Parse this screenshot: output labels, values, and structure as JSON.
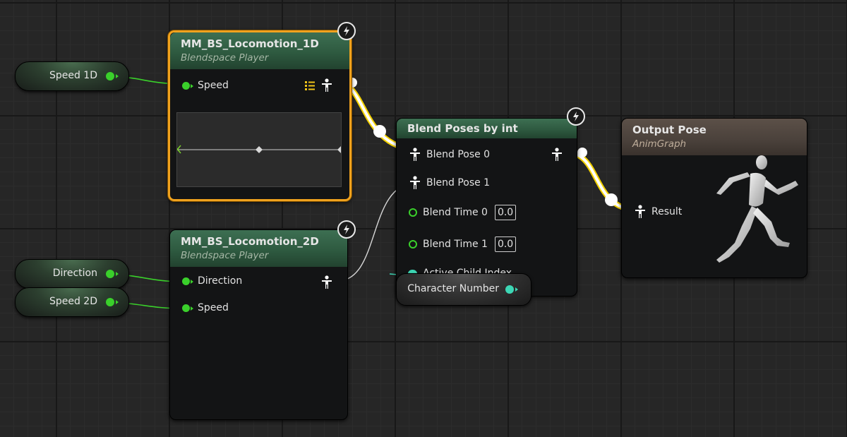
{
  "colors": {
    "bool_pin": "#3ad02b",
    "int_pin": "#3dd7b5",
    "selection": "#f0a21e",
    "pose_wire": "#ffffff",
    "exec_wire": "#f5d300"
  },
  "variables": {
    "speed_1d": "Speed 1D",
    "direction": "Direction",
    "speed_2d": "Speed 2D",
    "character_number": "Character Number"
  },
  "bs1d": {
    "title": "MM_BS_Locomotion_1D",
    "subtitle": "Blendspace Player",
    "speed_pin": "Speed",
    "icon": "list-icon"
  },
  "bs2d": {
    "title": "MM_BS_Locomotion_2D",
    "subtitle": "Blendspace Player",
    "direction_pin": "Direction",
    "speed_pin": "Speed"
  },
  "blend": {
    "title": "Blend Poses by int",
    "pose0": "Blend Pose 0",
    "pose1": "Blend Pose 1",
    "time0_label": "Blend Time 0",
    "time0_value": "0.0",
    "time1_label": "Blend Time 1",
    "time1_value": "0.0",
    "active_child": "Active Child Index"
  },
  "output": {
    "title": "Output Pose",
    "subtitle": "AnimGraph",
    "result_pin": "Result"
  }
}
